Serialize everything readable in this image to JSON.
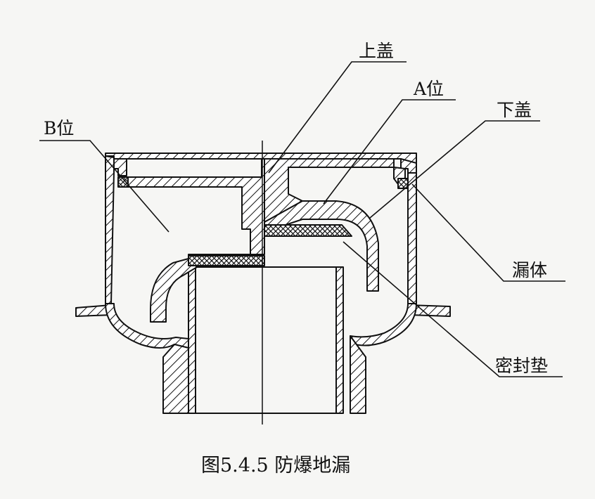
{
  "labels": {
    "upper_cover": "上盖",
    "position_a": "A位",
    "lower_cover": "下盖",
    "position_b": "B位",
    "drain_body": "漏体",
    "gasket": "密封垫"
  },
  "caption": "图5.4.5 防爆地漏"
}
